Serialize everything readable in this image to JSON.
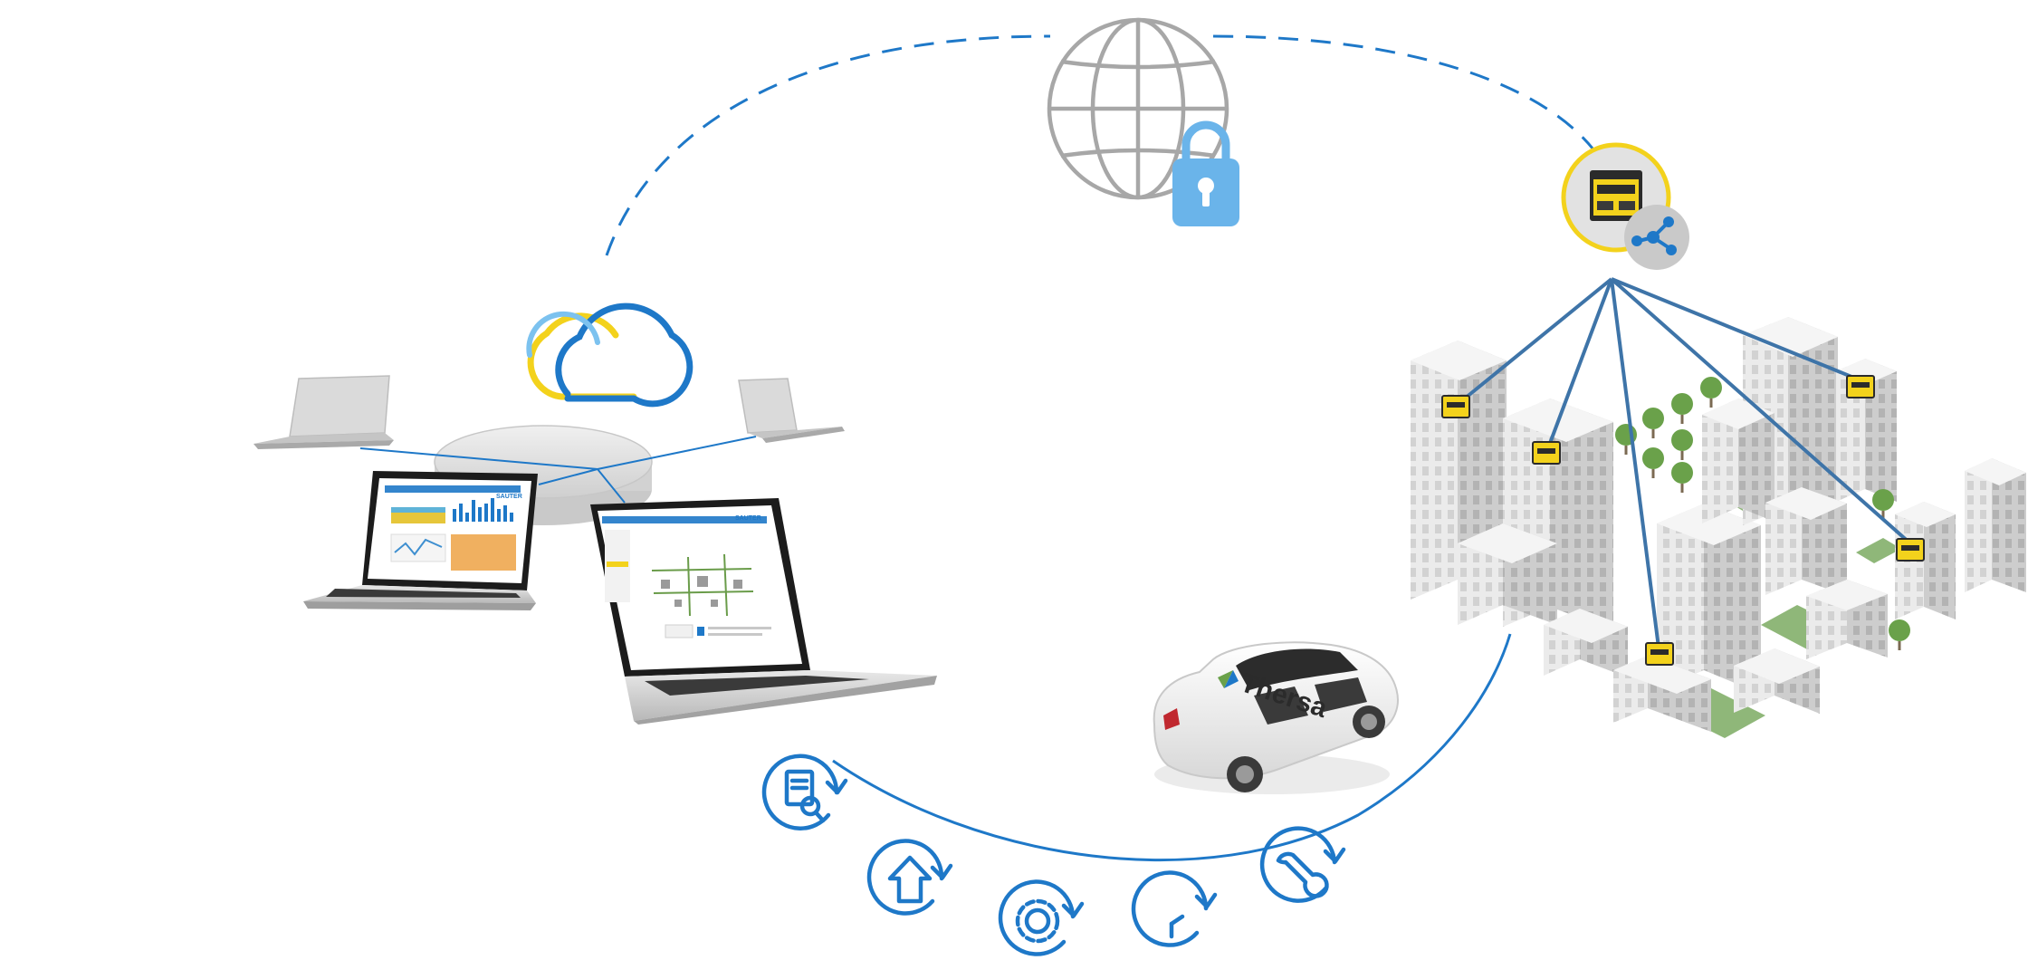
{
  "colors": {
    "accent_blue": "#1e78c8",
    "light_blue": "#5aaee6",
    "device_yellow": "#f3d21c",
    "gray": "#a7a7a7",
    "green": "#8fb779"
  },
  "vehicle": {
    "brand": "Thersa"
  },
  "dashboard": {
    "brand": "SAUTER"
  },
  "icons": [
    "cloud-icon",
    "globe-icon",
    "padlock-icon",
    "iot-gateway-icon",
    "network-share-icon",
    "document-review-icon",
    "upload-arrow-icon",
    "settings-gear-icon",
    "timer-icon",
    "maintenance-wrench-icon"
  ],
  "service_cycle": {
    "icon_count": 5
  }
}
